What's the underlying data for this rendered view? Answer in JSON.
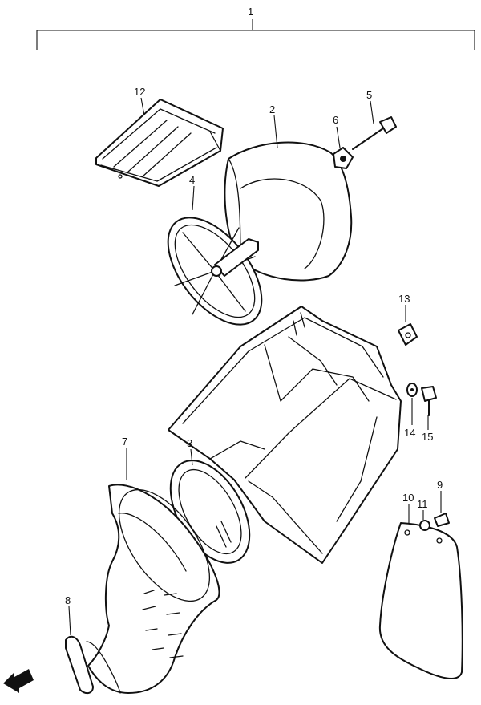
{
  "callouts": {
    "c1": "1",
    "c2": "2",
    "c3": "3",
    "c4": "4",
    "c5": "5",
    "c6": "6",
    "c7": "7",
    "c8": "8",
    "c9": "9",
    "c10": "10",
    "c11": "11",
    "c12": "12",
    "c13": "13",
    "c14": "14",
    "c15": "15"
  },
  "icons": {
    "front_arrow": "front-direction-arrow-icon"
  },
  "colors": {
    "line": "#111111",
    "background": "#ffffff"
  }
}
